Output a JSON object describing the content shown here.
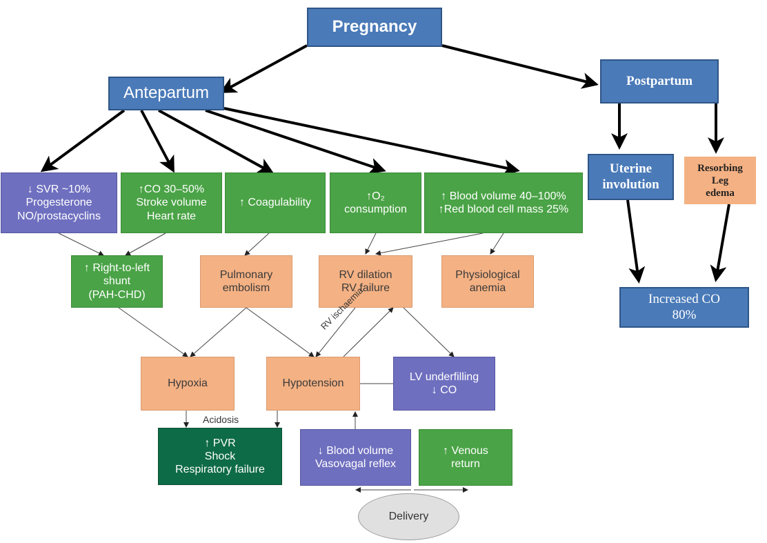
{
  "nodes": {
    "pregnancy": "Pregnancy",
    "antepartum": "Antepartum",
    "postpartum": "Postpartum",
    "uterine": [
      "Uterine",
      "involution"
    ],
    "resorbing": [
      "Resorbing",
      "Leg",
      "edema"
    ],
    "increased_co": [
      "Increased CO",
      "80%"
    ],
    "svr": [
      "↓ SVR ~10%",
      "Progesterone",
      "NO/prostacyclins"
    ],
    "co": [
      "↑CO 30–50%",
      "Stroke volume",
      "Heart rate"
    ],
    "coag": "↑ Coagulability",
    "o2": [
      "↑O₂",
      "consumption"
    ],
    "blood_volume": [
      "↑ Blood volume 40–100%",
      "↑Red blood cell mass 25%"
    ],
    "shunt": [
      "↑ Right-to-left",
      "shunt",
      "(PAH-CHD)"
    ],
    "pe": [
      "Pulmonary",
      "embolism"
    ],
    "rv": [
      "RV dilation",
      "RV failure"
    ],
    "anemia": [
      "Physiological",
      "anemia"
    ],
    "hypoxia": "Hypoxia",
    "hypotension": "Hypotension",
    "lv": [
      "LV underfilling",
      "↓ CO"
    ],
    "pvr": [
      "↑ PVR",
      "Shock",
      "Respiratory failure"
    ],
    "bv_low": [
      "↓ Blood volume",
      "Vasovagal reflex"
    ],
    "venous": [
      "↑ Venous",
      "return"
    ],
    "delivery": "Delivery"
  },
  "labels": {
    "acidosis": "Acidosis",
    "rv_ischaemia": "RV ischaemia"
  }
}
